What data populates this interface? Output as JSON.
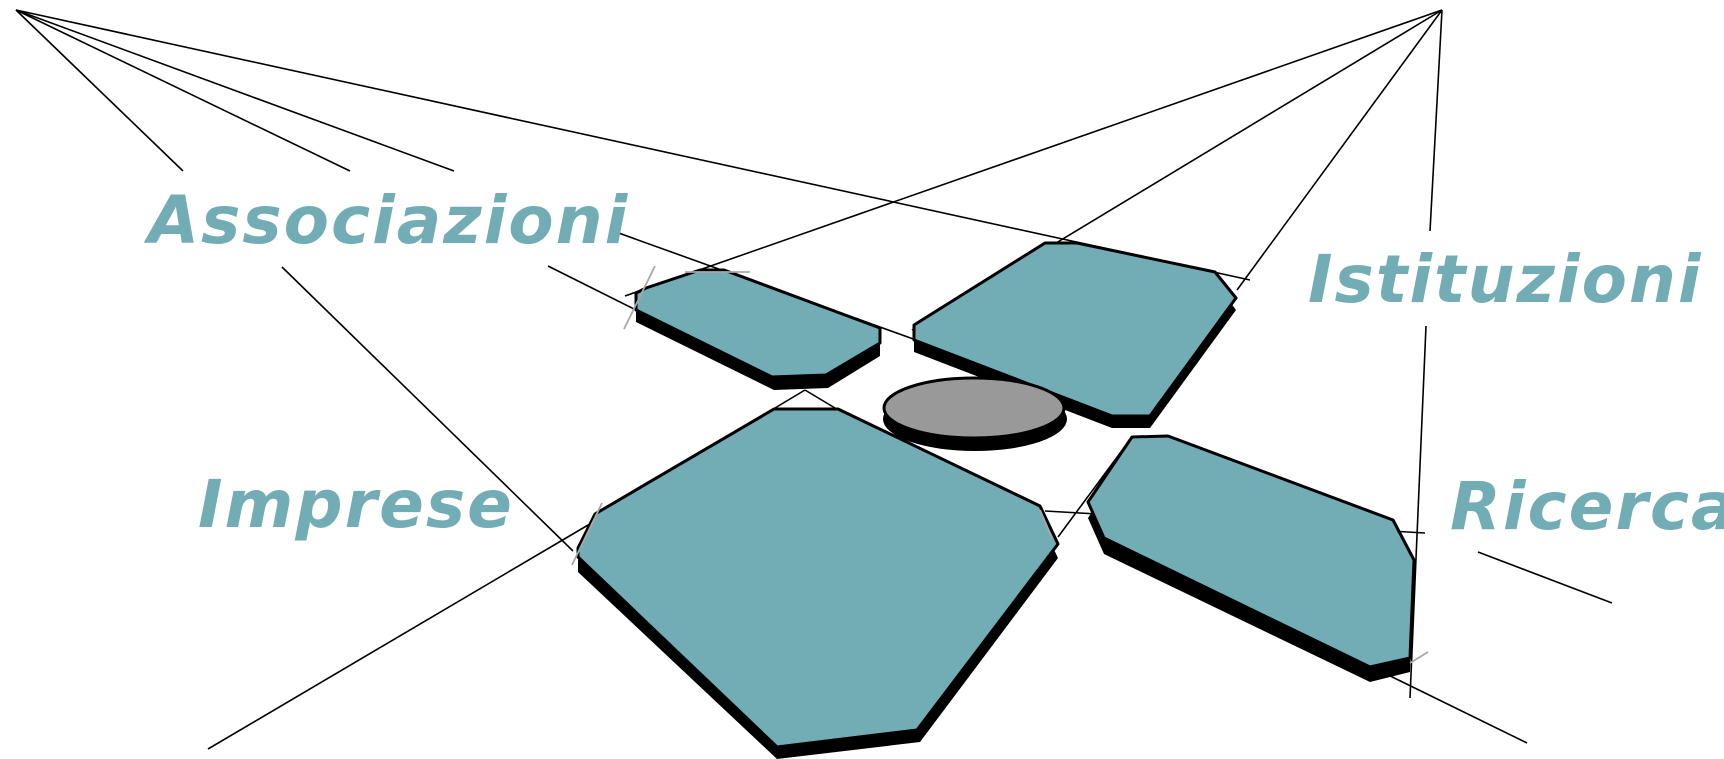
{
  "diagram": {
    "labels": {
      "associazioni": "Associazioni",
      "istituzioni": "Istituzioni",
      "imprese": "Imprese",
      "ricerca": "Ricerca"
    },
    "colors": {
      "label": "#72adb5",
      "plate": "#72adb5",
      "hub": "#999999",
      "line": "#000000"
    }
  }
}
